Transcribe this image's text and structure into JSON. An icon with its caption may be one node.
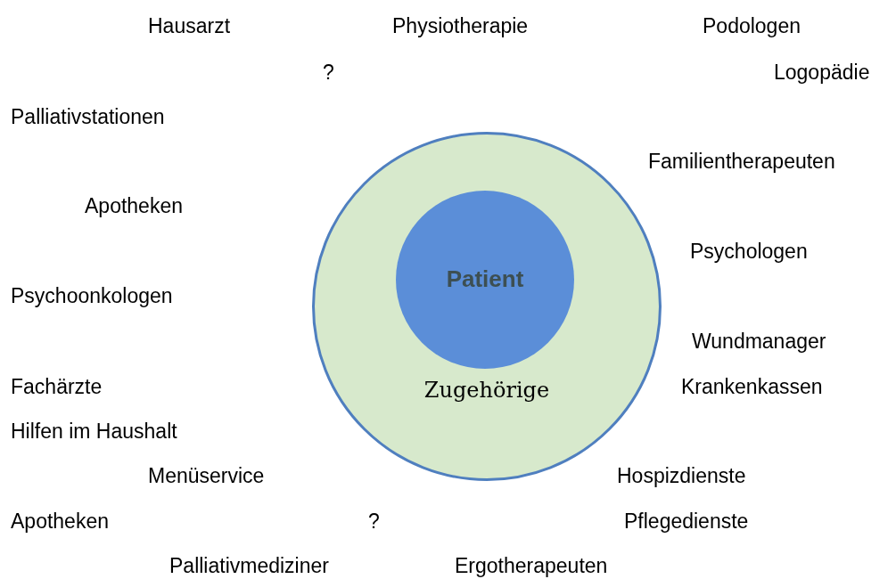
{
  "diagram": {
    "nodes": [
      {
        "text": [
          "Zugehörige"
        ]
      },
      {
        "text": [
          "Patient"
        ],
        "in": 0
      }
    ],
    "labels": [
      "Hausarzt",
      "Physiotherapie",
      "Podologen",
      "?",
      "Logopädie",
      "Palliativstationen",
      "Familientherapeuten",
      "Apotheken",
      "Psychologen",
      "Psychoonkologen",
      "Wundmanager",
      "Fachärzte",
      "Krankenkassen",
      "Hilfen im Haushalt",
      "Menüservice",
      "Hospizdienste",
      "Apotheken",
      "?",
      "Pflegedienste",
      "Palliativmediziner",
      "Ergotherapeuten"
    ]
  }
}
